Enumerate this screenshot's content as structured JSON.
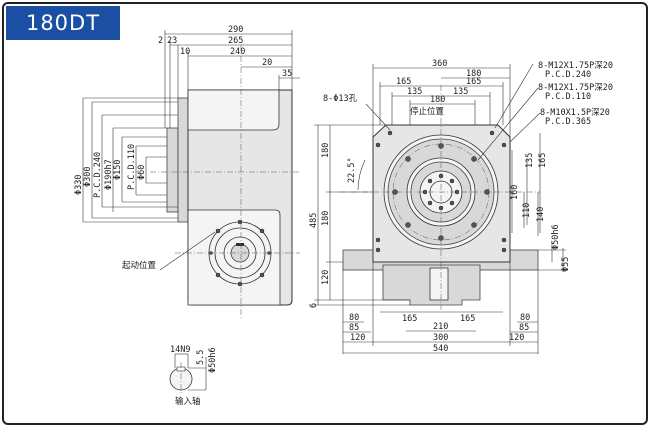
{
  "title": "180DT",
  "side_view": {
    "dims_top": [
      "290",
      "2",
      "23",
      "265",
      "10",
      "240",
      "20",
      "35"
    ],
    "dims_left": [
      "Φ330",
      "Φ300",
      "P.C.D.240",
      "Φ190h7",
      "Φ150",
      "P.C.D.110",
      "Φ60"
    ],
    "start_position_label": "起动位置"
  },
  "front_view": {
    "dims_top": [
      "360",
      "180",
      "165",
      "165",
      "135",
      "135",
      "180"
    ],
    "hole_label": "8-Φ13孔",
    "stop_position_label": "停止位置",
    "angle_label": "22.5°",
    "notes": [
      {
        "line1": "8-M12X1.75P深20",
        "line2": "P.C.D.240"
      },
      {
        "line1": "8-M12X1.75P深20",
        "line2": "P.C.D.110"
      },
      {
        "line1": "8-M10X1.5P深20",
        "line2": "P.C.D.365"
      }
    ],
    "dims_left": [
      "485",
      "180",
      "180",
      "120",
      "6"
    ],
    "dims_right": [
      "160",
      "135",
      "165",
      "110",
      "140",
      "Φ50h6",
      "Φ55"
    ],
    "dims_bottom": [
      "80",
      "85",
      "120",
      "165",
      "210",
      "165",
      "300",
      "80",
      "85",
      "120",
      "540"
    ]
  },
  "input_shaft": {
    "keyway": "14N9",
    "depth": "5.5",
    "diameter": "Φ50h6",
    "label": "输入轴"
  }
}
